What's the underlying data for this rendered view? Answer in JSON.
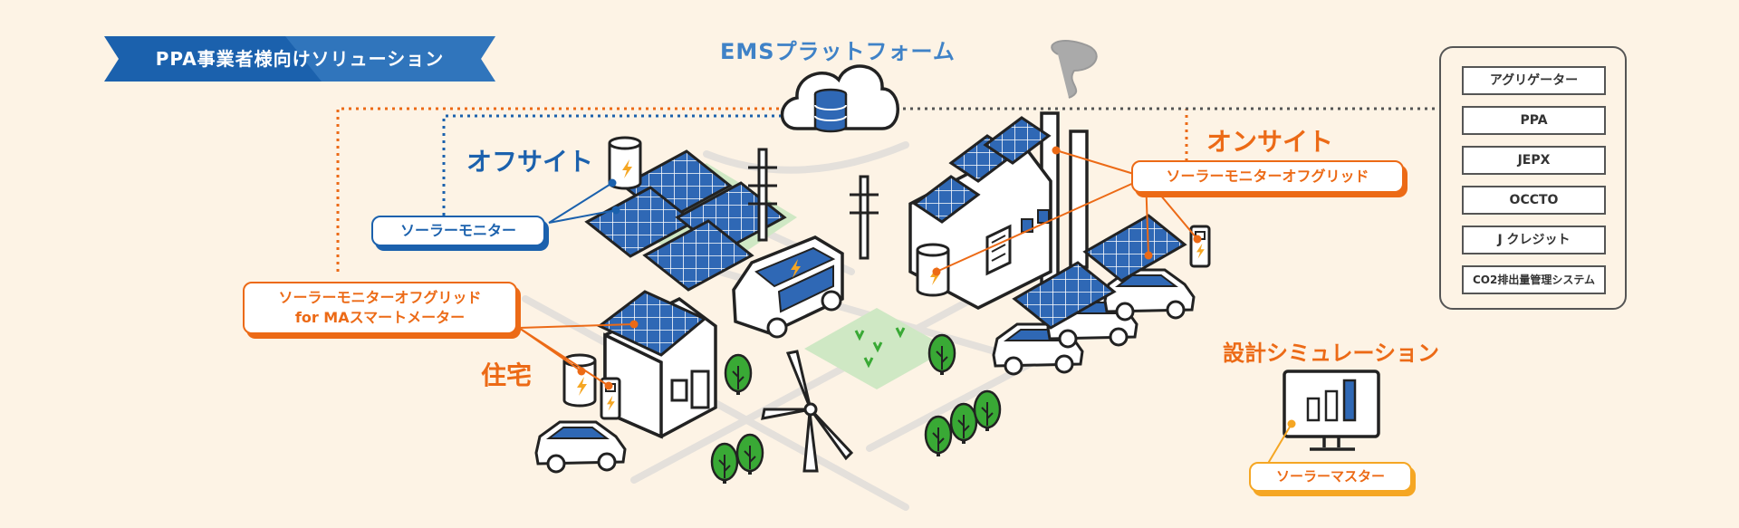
{
  "banner": {
    "title": "PPA事業者様向けソリューション"
  },
  "platform": {
    "label": "EMSプラットフォーム"
  },
  "zones": {
    "offsite": "オフサイト",
    "onsite": "オンサイト",
    "residential": "住宅",
    "design": "設計シミュレーション"
  },
  "products": {
    "offsite_monitor": "ソーラーモニター",
    "residential_monitor_line1": "ソーラーモニターオフグリッド",
    "residential_monitor_line2": "for MAスマートメーター",
    "onsite_monitor": "ソーラーモニターオフグリッド",
    "design_tool": "ソーラーマスター"
  },
  "integrations": [
    "アグリゲーター",
    "PPA",
    "JEPX",
    "OCCTO",
    "J クレジット",
    "CO2排出量管理システム"
  ],
  "colors": {
    "background": "#fdf3e5",
    "blue": "#1b61ad",
    "light_blue": "#3f82c7",
    "orange": "#ec6a16",
    "gold": "#f5a623",
    "panel_blue": "#2f68b5",
    "grass": "#cfe8c4"
  }
}
